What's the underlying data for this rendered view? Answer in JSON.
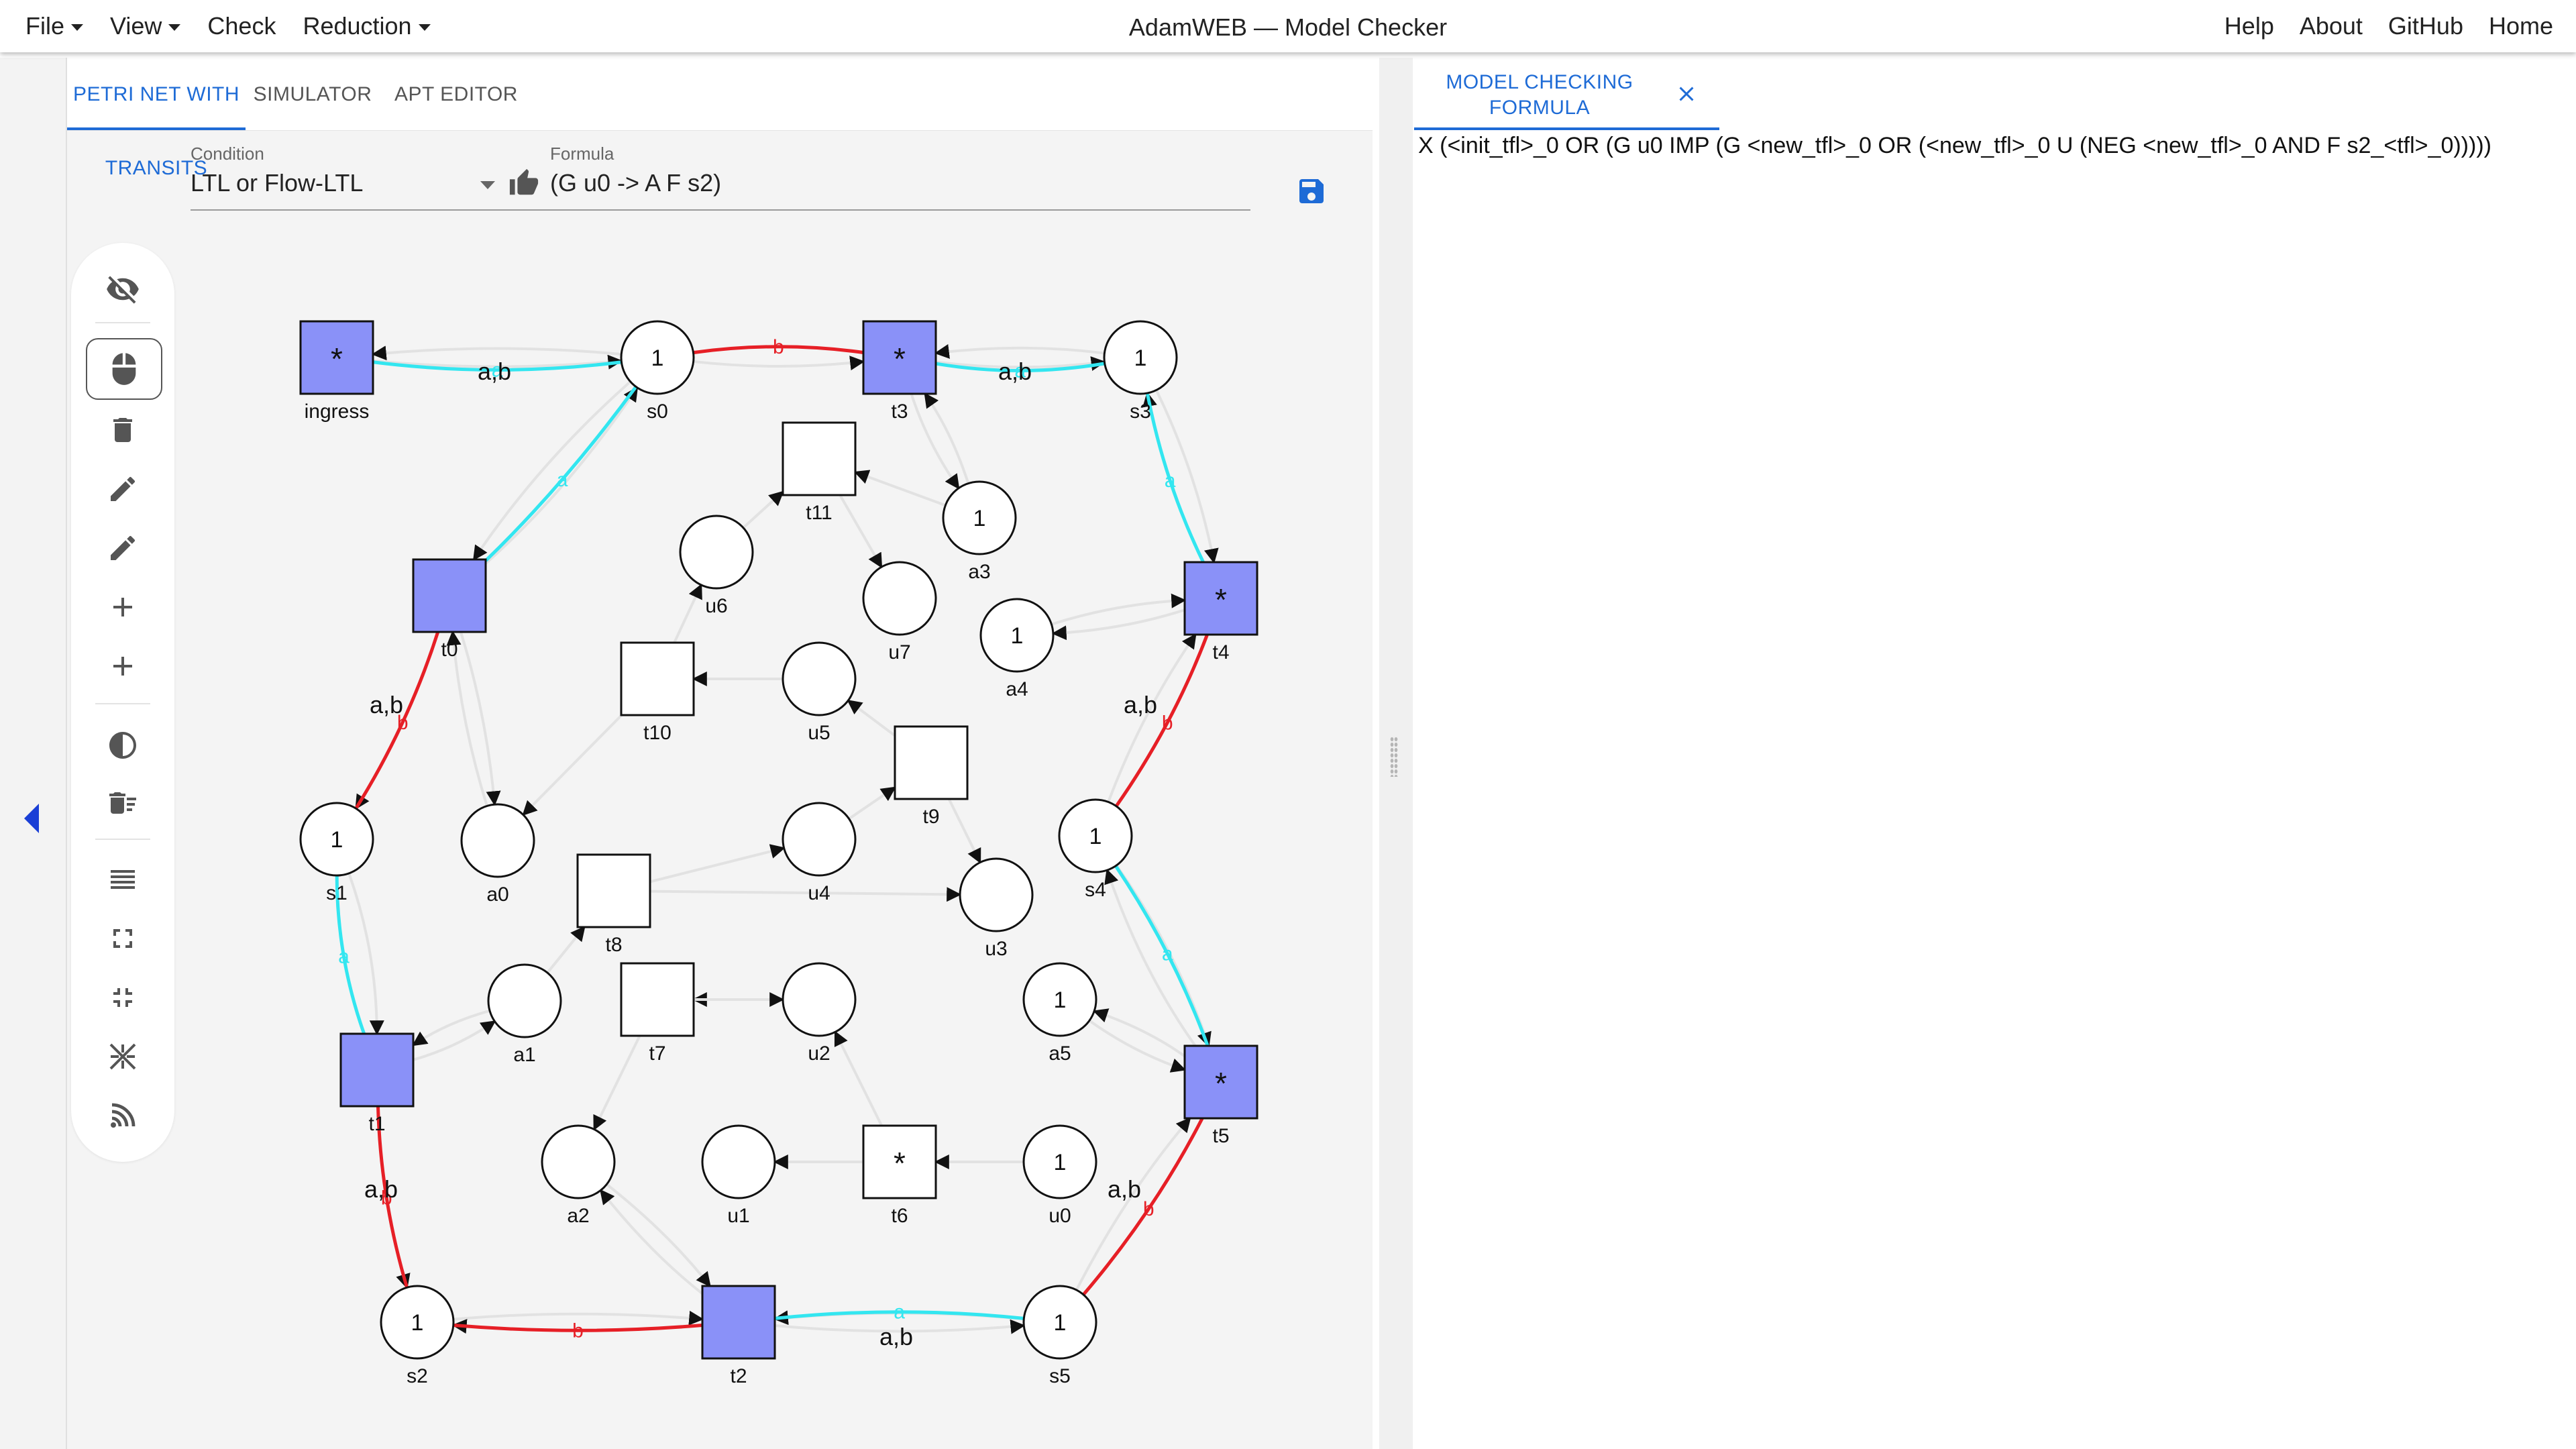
{
  "menu": {
    "file": "File",
    "view": "View",
    "check": "Check",
    "reduction": "Reduction",
    "help": "Help",
    "about": "About",
    "github": "GitHub",
    "home": "Home"
  },
  "app_title": "AdamWEB — Model Checker",
  "tabs": {
    "petri_net": "PETRI NET WITH TRANSITS",
    "simulator": "SIMULATOR",
    "apt_editor": "APT EDITOR"
  },
  "condition": {
    "label": "Condition",
    "value": "LTL or Flow-LTL"
  },
  "formula": {
    "label": "Formula",
    "value": "(G u0 -> A F s2)"
  },
  "toolbar_icons": [
    "eye-off-icon",
    "mouse-icon",
    "delete-icon",
    "pencil-icon",
    "pencil-icon",
    "plus-icon",
    "plus-icon",
    "contrast-icon",
    "delete-sweep-icon",
    "list-icon",
    "expand-icon",
    "collapse-icon",
    "scatter-icon",
    "antenna-icon"
  ],
  "model_checking": {
    "tab_label": "MODEL CHECKING FORMULA",
    "formula": "X (<init_tfl>_0 OR (G u0 IMP (G <new_tfl>_0 OR (<new_tfl>_0 U (NEG <new_tfl>_0 AND F s2_<tfl>_0)))))"
  },
  "colors": {
    "accent": "#1e6bd6",
    "env_transition": "#8a91f8",
    "transit_cyan": "#33e6f0",
    "transit_red": "#e61f26",
    "edge_gray": "#e2e2e2"
  },
  "net": {
    "places": [
      {
        "id": "s0",
        "label": "s0",
        "tokens": "1"
      },
      {
        "id": "s3",
        "label": "s3",
        "tokens": "1"
      },
      {
        "id": "a3",
        "label": "a3",
        "tokens": "1"
      },
      {
        "id": "u6",
        "label": "u6",
        "tokens": ""
      },
      {
        "id": "u7",
        "label": "u7",
        "tokens": ""
      },
      {
        "id": "a4",
        "label": "a4",
        "tokens": "1"
      },
      {
        "id": "u5",
        "label": "u5",
        "tokens": ""
      },
      {
        "id": "s1",
        "label": "s1",
        "tokens": "1"
      },
      {
        "id": "a0",
        "label": "a0",
        "tokens": ""
      },
      {
        "id": "u4",
        "label": "u4",
        "tokens": ""
      },
      {
        "id": "s4",
        "label": "s4",
        "tokens": "1"
      },
      {
        "id": "u3",
        "label": "u3",
        "tokens": ""
      },
      {
        "id": "a1",
        "label": "a1",
        "tokens": ""
      },
      {
        "id": "u2",
        "label": "u2",
        "tokens": ""
      },
      {
        "id": "a5",
        "label": "a5",
        "tokens": "1"
      },
      {
        "id": "a2",
        "label": "a2",
        "tokens": ""
      },
      {
        "id": "u1",
        "label": "u1",
        "tokens": ""
      },
      {
        "id": "u0",
        "label": "u0",
        "tokens": "1"
      },
      {
        "id": "s2",
        "label": "s2",
        "tokens": "1"
      },
      {
        "id": "s5",
        "label": "s5",
        "tokens": "1"
      }
    ],
    "transitions": [
      {
        "id": "ingress",
        "label": "ingress",
        "env": true,
        "mark": "*"
      },
      {
        "id": "t3",
        "label": "t3",
        "env": true,
        "mark": "*"
      },
      {
        "id": "t11",
        "label": "t11",
        "env": false,
        "mark": ""
      },
      {
        "id": "t0",
        "label": "t0",
        "env": true,
        "mark": ""
      },
      {
        "id": "t4",
        "label": "t4",
        "env": true,
        "mark": "*"
      },
      {
        "id": "t10",
        "label": "t10",
        "env": false,
        "mark": ""
      },
      {
        "id": "t9",
        "label": "t9",
        "env": false,
        "mark": ""
      },
      {
        "id": "t8",
        "label": "t8",
        "env": false,
        "mark": ""
      },
      {
        "id": "t7",
        "label": "t7",
        "env": false,
        "mark": ""
      },
      {
        "id": "t1",
        "label": "t1",
        "env": true,
        "mark": ""
      },
      {
        "id": "t5",
        "label": "t5",
        "env": true,
        "mark": "*"
      },
      {
        "id": "t6",
        "label": "t6",
        "env": false,
        "mark": "*"
      },
      {
        "id": "t2",
        "label": "t2",
        "env": true,
        "mark": ""
      }
    ],
    "arcs": [
      {
        "from": "ingress",
        "to": "s0",
        "label": "a,b"
      },
      {
        "from": "s0",
        "to": "t3",
        "label": ""
      },
      {
        "from": "t3",
        "to": "s3",
        "label": "a,b"
      },
      {
        "from": "s0",
        "to": "t0",
        "label": ""
      },
      {
        "from": "t0",
        "to": "s1",
        "label": "a,b"
      },
      {
        "from": "s1",
        "to": "t1",
        "label": ""
      },
      {
        "from": "t1",
        "to": "s2",
        "label": "a,b"
      },
      {
        "from": "s2",
        "to": "t2",
        "label": ""
      },
      {
        "from": "t2",
        "to": "s5",
        "label": "a,b"
      },
      {
        "from": "s5",
        "to": "t5",
        "label": "a,b"
      },
      {
        "from": "t5",
        "to": "s4",
        "label": ""
      },
      {
        "from": "s4",
        "to": "t4",
        "label": "a,b"
      },
      {
        "from": "t4",
        "to": "s3",
        "label": ""
      },
      {
        "from": "t3",
        "to": "a3",
        "label": ""
      },
      {
        "from": "t4",
        "to": "a4",
        "label": ""
      },
      {
        "from": "t5",
        "to": "a5",
        "label": ""
      },
      {
        "from": "t0",
        "to": "a0",
        "label": ""
      },
      {
        "from": "t1",
        "to": "a1",
        "label": ""
      },
      {
        "from": "t2",
        "to": "a2",
        "label": ""
      },
      {
        "from": "u0",
        "to": "t6",
        "label": ""
      },
      {
        "from": "t6",
        "to": "u1",
        "label": ""
      },
      {
        "from": "u2",
        "to": "t7",
        "label": ""
      },
      {
        "from": "t7",
        "to": "a2",
        "label": ""
      },
      {
        "from": "t8",
        "to": "u4",
        "label": ""
      },
      {
        "from": "a1",
        "to": "t8",
        "label": ""
      },
      {
        "from": "u4",
        "to": "t9",
        "label": ""
      },
      {
        "from": "t9",
        "to": "u3",
        "label": ""
      },
      {
        "from": "u5",
        "to": "t10",
        "label": ""
      },
      {
        "from": "t10",
        "to": "a0",
        "label": ""
      },
      {
        "from": "u6",
        "to": "t11",
        "label": ""
      },
      {
        "from": "t11",
        "to": "u7",
        "label": ""
      },
      {
        "from": "a3",
        "to": "t11",
        "label": ""
      }
    ],
    "transit_labels": [
      "a",
      "b"
    ]
  }
}
